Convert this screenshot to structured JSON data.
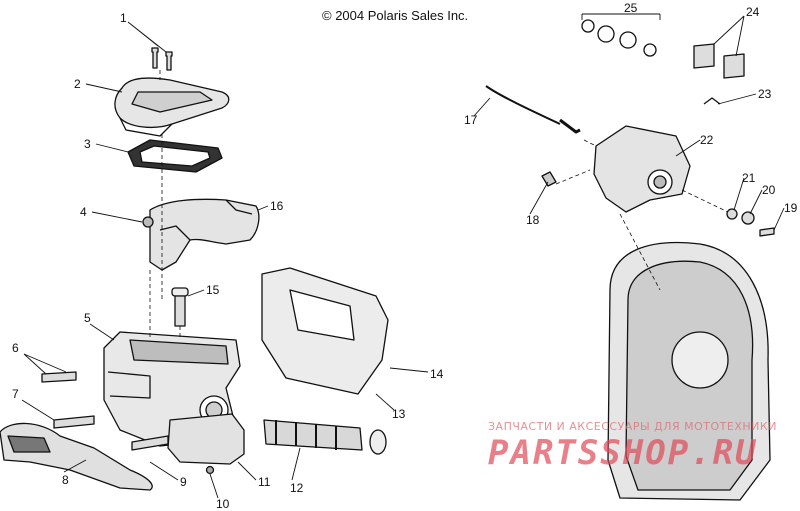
{
  "copyright": "© 2004 Polaris Sales Inc.",
  "watermark": {
    "line1": "ЗАПЧАСТИ И АКСЕССУАРЫ ДЛЯ МОТОТЕХНИКИ",
    "logo": "PARTSSHOP.RU",
    "color": "#e04a57"
  },
  "callouts": {
    "c1": "1",
    "c2": "2",
    "c3": "3",
    "c4": "4",
    "c5": "5",
    "c6": "6",
    "c7": "7",
    "c8": "8",
    "c9": "9",
    "c10": "10",
    "c11": "11",
    "c12": "12",
    "c13": "13",
    "c14": "14",
    "c15": "15",
    "c16": "16",
    "c17": "17",
    "c18": "18",
    "c19": "19",
    "c20": "20",
    "c21": "21",
    "c22": "22",
    "c23": "23",
    "c24": "24",
    "c25": "25"
  }
}
